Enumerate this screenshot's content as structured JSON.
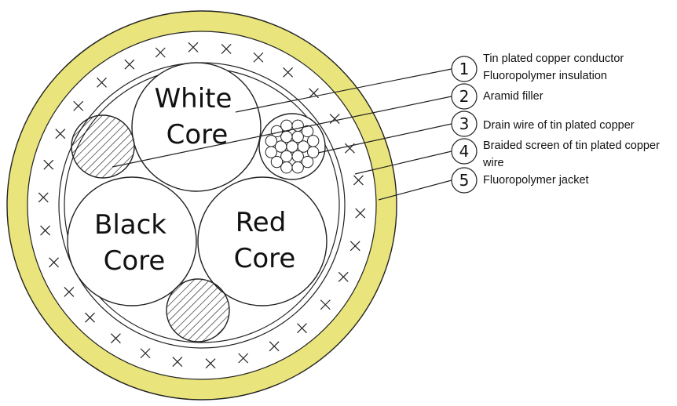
{
  "colors": {
    "jacket": "#e9e47c",
    "line": "#1a1a1a",
    "background": "#ffffff"
  },
  "cores": [
    {
      "line1": "White",
      "line2": "Core"
    },
    {
      "line1": "Black",
      "line2": "Core"
    },
    {
      "line1": "Red",
      "line2": "Core"
    }
  ],
  "legend": [
    {
      "number": "1",
      "lines": [
        "Tin plated copper conductor",
        "Fluoropolymer insulation"
      ]
    },
    {
      "number": "2",
      "lines": [
        "Aramid filler"
      ]
    },
    {
      "number": "3",
      "lines": [
        "Drain wire of tin plated copper"
      ]
    },
    {
      "number": "4",
      "lines": [
        "Braided screen of tin plated copper",
        "wire"
      ]
    },
    {
      "number": "5",
      "lines": [
        "Fluoropolymer jacket"
      ]
    }
  ]
}
